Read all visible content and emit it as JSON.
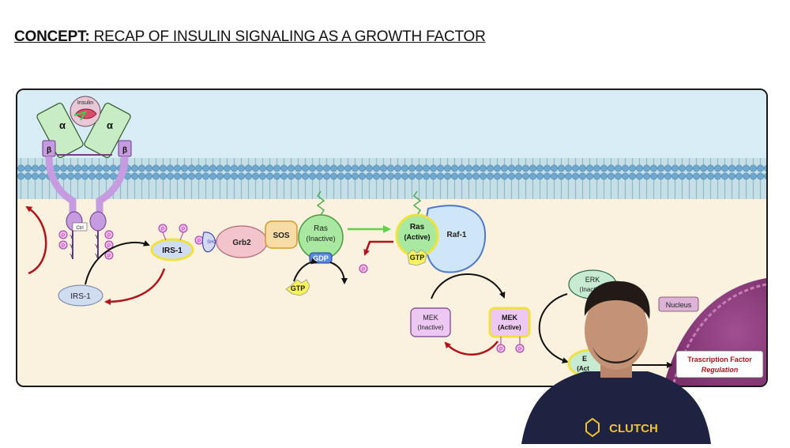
{
  "header": {
    "concept_label": "CONCEPT:",
    "concept_title": "RECAP OF INSULIN SIGNALING AS A GROWTH FACTOR"
  },
  "diagram": {
    "insulin": "Insulin",
    "alpha": "α",
    "beta": "β",
    "ctrl": "Ctrl",
    "tyr": "Y",
    "phos": "P",
    "sh2": "SH2",
    "irs1_active": "IRS-1",
    "irs1_inactive": "IRS-1",
    "grb2": "Grb2",
    "sos": "SOS",
    "ras_inactive_name": "Ras",
    "ras_inactive_state": "(Inactive)",
    "gdp": "GDP",
    "gtp": "GTP",
    "ras_active_name": "Ras",
    "ras_active_state": "(Active)",
    "raf1": "Raf-1",
    "mek_inactive_name": "MEK",
    "mek_inactive_state": "(Inactive)",
    "mek_active_name": "MEK",
    "mek_active_state": "(Active)",
    "erk_inactive_name": "ERK",
    "erk_inactive_state": "(Inactive)",
    "erk_active_partial": "E",
    "erk_active_partial2": "(Act",
    "nucleus": "Nucleus",
    "tf_line1": "Trascription Factor",
    "tf_line2": "Regulation"
  },
  "presenter": {
    "shirt_logo": "CLUTCH"
  },
  "colors": {
    "membrane_blue": "#7fb2d4",
    "cytoplasm": "#fbf1df",
    "extracellular": "#d8ecf6",
    "receptor_purple": "#c79be0",
    "arrow_red": "#b3121b",
    "arrow_green": "#5fd24a",
    "nucleus_purple": "#8c3b7c"
  }
}
